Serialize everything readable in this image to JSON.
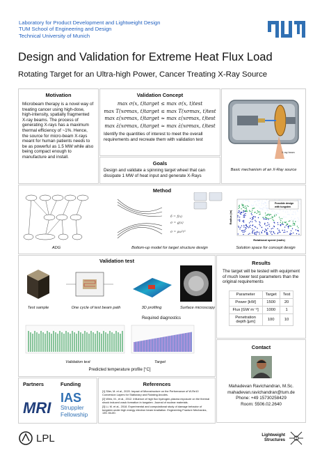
{
  "header": {
    "lab": "Laboratory for Product Development and Lightweight Design",
    "school": "TUM School of Engineering and Design",
    "university": "Technical University of Munich",
    "logo_text": "TUM"
  },
  "title": "Design and Validation for Extreme Heat Flux Load",
  "subtitle": "Rotating Target for an Ultra-high Power, Cancer Treating X-Ray Source",
  "motivation": {
    "heading": "Motivation",
    "text": "Microbeam therapy is a novel way of treating cancer using high-dose, high-intensity, spatially fragmented X-ray beams. The process of generating X-rays has a maximum thermal efficiency of ~1%. Hence, the source for micro-beam X-rays meant for human patients needs to be as powerful as 1.5 MW while also being compact enough to manufacture and install."
  },
  "validation_concept": {
    "heading": "Validation Concept",
    "equations": [
      "max σ(x, t)target ≤ max σ(x, t)test",
      "max T(xσmax, t)target ≤ max T(xσmax, t)test",
      "max ε(xσmax, t)target ≈ max ε(xσmax, t)test",
      "max ε̇(xσmax, t)target ≈ max ε̇(xσmax, t)test"
    ],
    "text": "Identify the quantities of interest to meet the overall requirements and recreate them with validation test"
  },
  "goals": {
    "heading": "Goals",
    "text": "Design and validate a spinning target wheel that can dissipate 1 MW of heat input and generate X-Rays"
  },
  "xray": {
    "caption": "Basic mechanism of an X-Ray source",
    "label_beam": "X-ray beam"
  },
  "method": {
    "heading": "Method",
    "captions": [
      "ADG",
      "Bottom-up model for target structure design",
      "Solution space for concept design"
    ],
    "plot": {
      "ylabel": "Radius (m)",
      "xlabel": "Rotational speed (rad/s)",
      "legend_title": "Possible design",
      "legend_item": "with tungsten"
    }
  },
  "validation_test": {
    "heading": "Validation test",
    "captions": [
      "Test sample",
      "One cycle of test beam path",
      "3D profiling",
      "Surface microscopy"
    ],
    "diag_label": "Required diagnostics",
    "bottom_captions": [
      "Validation test",
      "Target"
    ],
    "temp_label": "Predicted temperature profile [°C]"
  },
  "results": {
    "heading": "Results",
    "text": "The target will be tested with equipment of much lower test parameters than the original requirements",
    "table": {
      "headers": [
        "Parameter",
        "Target",
        "Test"
      ],
      "rows": [
        [
          "Power [kW]",
          "1500",
          "20"
        ],
        [
          "Flux [GW m⁻²]",
          "1000",
          "1"
        ],
        [
          "Penetration depth [μm]",
          "100",
          "10"
        ]
      ]
    }
  },
  "contact": {
    "heading": "Contact",
    "name": "Mahadevan Ravichandran, M.Sc.",
    "email": "mahadevan.ravichandran@tum.de",
    "phone": "Phone: +49 15730258429",
    "room": "Room: 5506.02.2640"
  },
  "partners": {
    "heading": "Partners",
    "logo": "MRI"
  },
  "funding": {
    "heading": "Funding",
    "logo": "IAS",
    "line1": "Struppler",
    "line2": "Fellowship"
  },
  "references": {
    "heading": "References",
    "items": [
      "[1]  Siler, M. et al., 2020. Impact of Microstructure on the Performance of W-Re10 Conversion Layers for Stationary and Rotating Anodes.",
      "[2]  Wirtz, M., et al., 2012. Influence of high flux hydrogen-plasma exposure on the thermal shock induced crack formation in tungsten. Journal of nuclear materials.",
      "[3]  Li, M. et al., 2018. Experimental and computational study of damage behavior of tungsten under high energy electron beam irradiation. Engineering Fracture Mechanics, 135: 84-80."
    ]
  },
  "footer": {
    "lpl": "LPL",
    "lws_line1": "Lightweight",
    "lws_line2": "Structures"
  }
}
